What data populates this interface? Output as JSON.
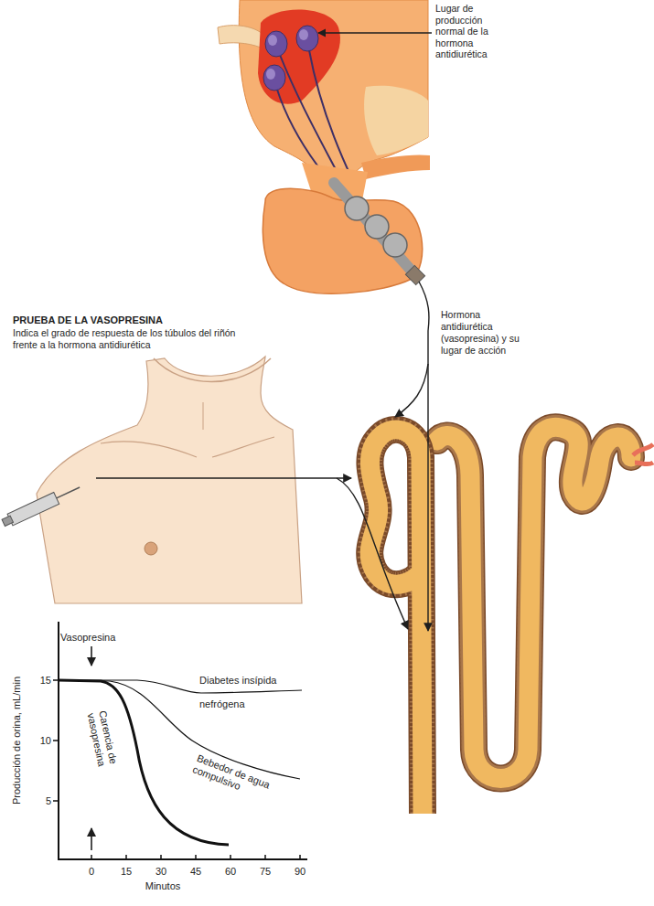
{
  "diagram": {
    "labels": [
      "Lugar de producción normal de la hormona antidiurética",
      "PRUEBA DE LA VASOPRESINA",
      "Indica el grado de respuesta de los túbulos del riñón frente a la hormona antidiurética",
      "Hormona antidiurética (vasopresina) y su lugar de acción",
      "Vasopresina",
      "15",
      "10",
      "5",
      "Producción de orina, mL/min",
      "0",
      "15",
      "30",
      "45",
      "60",
      "75",
      "90",
      "Minutos",
      "Diabetes insípida nefrógena",
      "Bebedor de agua compulsivo",
      "Carencia de vasopresina"
    ]
  }
}
